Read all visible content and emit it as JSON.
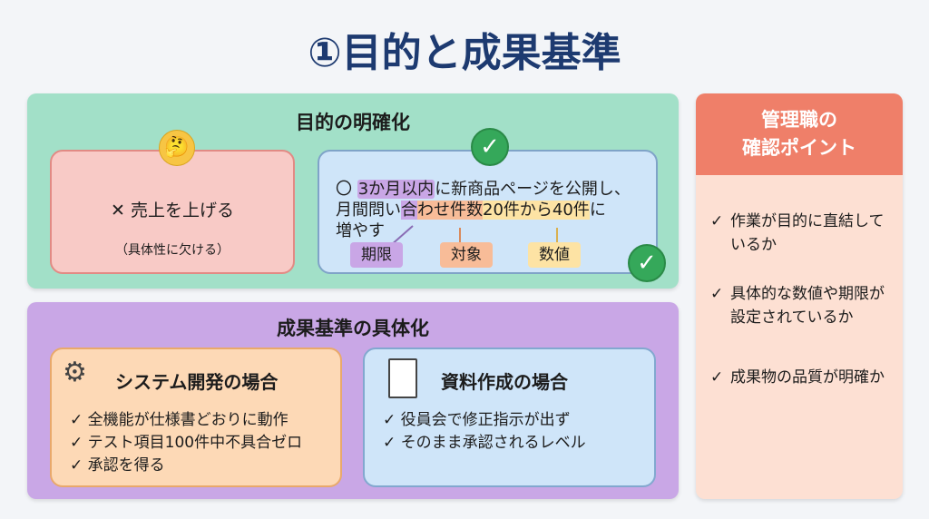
{
  "title": "①目的と成果基準",
  "purpose": {
    "heading": "目的の明確化",
    "bad": {
      "text": "✕ 売上を上げる",
      "note": "（具体性に欠ける）"
    },
    "good": {
      "circle": "〇",
      "parts": [
        "3か月以内",
        "に新商品ページを公開し、",
        "月間問い",
        "合",
        "わせ件数",
        "20件から40件",
        "に",
        "増やす"
      ],
      "tags": {
        "deadline": "期限",
        "target": "対象",
        "value": "数値"
      }
    }
  },
  "criteria": {
    "heading": "成果基準の具体化",
    "system": {
      "title": "システム開発の場合",
      "items": [
        "全機能が仕様書どおりに動作",
        "テスト項目100件中不具合ゼロ",
        "承認を得る"
      ]
    },
    "document": {
      "title": "資料作成の場合",
      "items": [
        "役員会で修正指示が出ず",
        "そのまま承認されるレベル"
      ]
    }
  },
  "manager": {
    "title_line1": "管理職の",
    "title_line2": "確認ポイント",
    "points": [
      "作業が目的に直結しているか",
      "具体的な数値や期限が設定されているか",
      "成果物の品質が明確か"
    ]
  },
  "check_mark": "✓"
}
